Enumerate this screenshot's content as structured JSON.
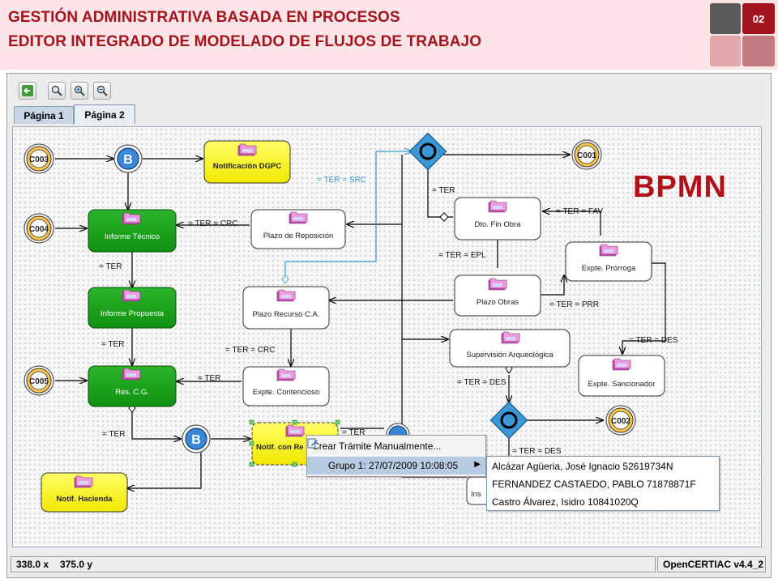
{
  "header": {
    "title_line1": "GESTIÓN ADMINISTRATIVA BASADA EN PROCESOS",
    "title_line2": "EDITOR INTEGRADO DE MODELADO DE FLUJOS DE TRABAJO",
    "slide_number": "02",
    "accent_color": "#a3141e"
  },
  "watermark": "BPMN",
  "toolbar": {
    "back_icon": "back-arrow-icon",
    "zoom_fit_icon": "zoom-fit-icon",
    "zoom_in_icon": "zoom-in-icon",
    "zoom_out_icon": "zoom-out-icon"
  },
  "tabs": [
    {
      "label": "Página 1",
      "active": false
    },
    {
      "label": "Página 2",
      "active": true
    }
  ],
  "diagram": {
    "start_events": [
      "C003",
      "C004",
      "C005"
    ],
    "end_events": [
      "C001",
      "C002"
    ],
    "business_gateway_label": "B",
    "tasks": {
      "notificacion_dgpc": "Notificación DGPC",
      "informe_tecnico": "Informe Técnico",
      "informe_propuesta": "Informe Propuesta",
      "res_cg": "Res. C.G.",
      "notif_hacienda": "Notif. Hacienda",
      "notif_con_re": "Notif. con Re",
      "plazo_reposicion": "Plazo de Reposición",
      "plazo_recurso": "Plazo Recurso C.A.",
      "expte_contencioso": "Expte. Contencioso",
      "dto_fin_obra": "Dto. Fin Obra",
      "plazo_obras": "Plazo Obras",
      "supervision": "Supervisión Arqueológica",
      "expte_prorroga": "Expte. Prórroga",
      "expte_sancionador": "Expte. Sancionador",
      "ins_partial": "Ins"
    },
    "labels": {
      "ter_crc_1": "= TER = CRC",
      "ter_1": "= TER",
      "ter_2": "= TER",
      "ter_3": "= TER",
      "ter_4": "= TER",
      "ter_5": "= TER",
      "ter_6": "= TER",
      "ter_src": "= TER = SRC",
      "ter_crc_2": "= TER = CRC",
      "ter_epl": "= TER = EPL",
      "ter_fav": "= TER = FAV",
      "ter_prr": "= TER = PRR",
      "ter_des_1": "= TER = DES",
      "ter_des_2": "= TER = DES",
      "ter_des_3": "= TER = DES"
    }
  },
  "context_menu": {
    "item_create": "Crear Trámite Manualmente...",
    "item_group": "Grupo 1: 27/07/2009 10:08:05",
    "submenu": [
      "Alcázar Agüeria, José Ignacio 52619734N",
      "FERNANDEZ CASTAEDO, PABLO 71878871F",
      "Castro Álvarez, Isidro 10841020Q"
    ]
  },
  "status": {
    "x": "338.0 x",
    "y": "375.0 y",
    "version": "OpenCERTIAC v4.4_2"
  }
}
